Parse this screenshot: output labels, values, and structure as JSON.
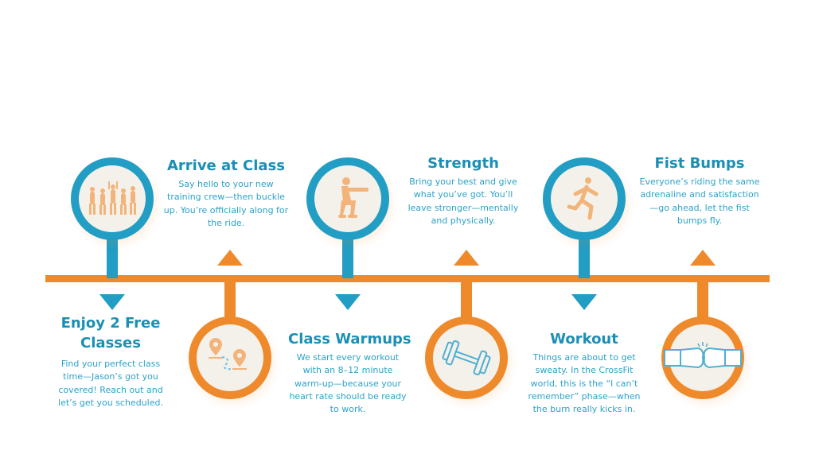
{
  "steps": [
    {
      "title": "Enjoy 2 Free Classes",
      "body": "Find your perfect class time—Jason’s got you covered! Reach out and let’s get you scheduled.",
      "icon": "dancers-icon"
    },
    {
      "title": "Arrive at Class",
      "body": "Say hello to your new training crew—then buckle up. You’re officially along for the ride.",
      "icon": "map-route-icon"
    },
    {
      "title": "Class Warmups",
      "body": "We start every workout with an 8–12 minute warm-up—because your heart rate should be ready to work.",
      "icon": "squat-icon"
    },
    {
      "title": "Strength",
      "body": "Bring your best and give what you’ve got. You’ll leave stronger—mentally and physically.",
      "icon": "dumbbell-icon"
    },
    {
      "title": "Workout",
      "body": "Things are about to get sweaty. In the CrossFit world, this is the “I can’t remember” phase—when the burn really kicks in.",
      "icon": "runner-icon"
    },
    {
      "title": "Fist Bumps",
      "body": "Everyone’s riding the same adrenaline and satisfaction—go ahead, let the fist bumps fly.",
      "icon": "fist-bump-icon"
    }
  ],
  "colors": {
    "blue": "#229dc4",
    "orange": "#ee8a2b",
    "title": "#1a8fb5",
    "cream": "#f4f1ea"
  }
}
